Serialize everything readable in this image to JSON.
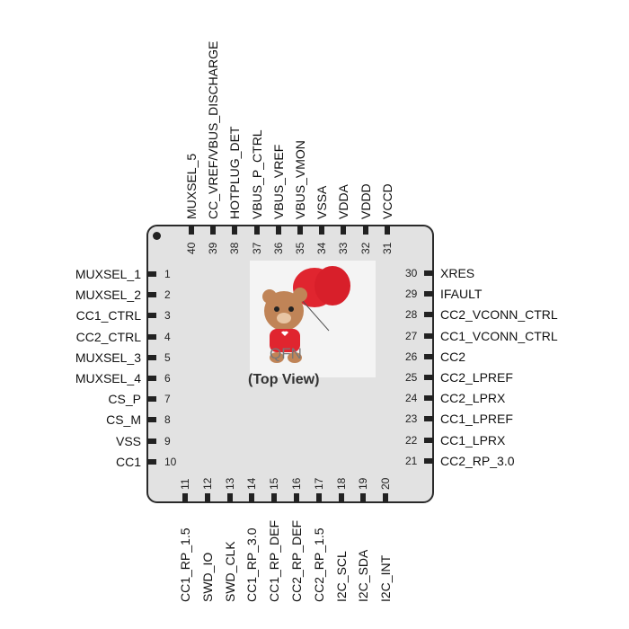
{
  "package_name": "QFN",
  "view_label": "(Top View)",
  "pins_left": [
    {
      "num": "1",
      "name": "MUXSEL_1"
    },
    {
      "num": "2",
      "name": "MUXSEL_2"
    },
    {
      "num": "3",
      "name": "CC1_CTRL"
    },
    {
      "num": "4",
      "name": "CC2_CTRL"
    },
    {
      "num": "5",
      "name": "MUXSEL_3"
    },
    {
      "num": "6",
      "name": "MUXSEL_4"
    },
    {
      "num": "7",
      "name": "CS_P"
    },
    {
      "num": "8",
      "name": "CS_M"
    },
    {
      "num": "9",
      "name": "VSS"
    },
    {
      "num": "10",
      "name": "CC1"
    }
  ],
  "pins_bottom": [
    {
      "num": "11",
      "name": "CC1_RP_1.5"
    },
    {
      "num": "12",
      "name": "SWD_IO"
    },
    {
      "num": "13",
      "name": "SWD_CLK"
    },
    {
      "num": "14",
      "name": "CC1_RP_3.0"
    },
    {
      "num": "15",
      "name": "CC1_RP_DEF"
    },
    {
      "num": "16",
      "name": "CC2_RP_DEF"
    },
    {
      "num": "17",
      "name": "CC2_RP_1.5"
    },
    {
      "num": "18",
      "name": "I2C_SCL"
    },
    {
      "num": "19",
      "name": "I2C_SDA"
    },
    {
      "num": "20",
      "name": "I2C_INT"
    }
  ],
  "pins_right": [
    {
      "num": "30",
      "name": "XRES"
    },
    {
      "num": "29",
      "name": "IFAULT"
    },
    {
      "num": "28",
      "name": "CC2_VCONN_CTRL"
    },
    {
      "num": "27",
      "name": "CC1_VCONN_CTRL"
    },
    {
      "num": "26",
      "name": "CC2"
    },
    {
      "num": "25",
      "name": "CC2_LPREF"
    },
    {
      "num": "24",
      "name": "CC2_LPRX"
    },
    {
      "num": "23",
      "name": "CC1_LPREF"
    },
    {
      "num": "22",
      "name": "CC1_LPRX"
    },
    {
      "num": "21",
      "name": "CC2_RP_3.0"
    }
  ],
  "pins_top": [
    {
      "num": "40",
      "name": "MUXSEL_5"
    },
    {
      "num": "39",
      "name": "CC_VREF/VBUS_DISCHARGE"
    },
    {
      "num": "38",
      "name": "HOTPLUG_DET"
    },
    {
      "num": "37",
      "name": "VBUS_P_CTRL"
    },
    {
      "num": "36",
      "name": "VBUS_VREF"
    },
    {
      "num": "35",
      "name": "VBUS_VMON"
    },
    {
      "num": "34",
      "name": "VSSA"
    },
    {
      "num": "33",
      "name": "VDDA"
    },
    {
      "num": "32",
      "name": "VDDD"
    },
    {
      "num": "31",
      "name": "VCCD"
    }
  ]
}
